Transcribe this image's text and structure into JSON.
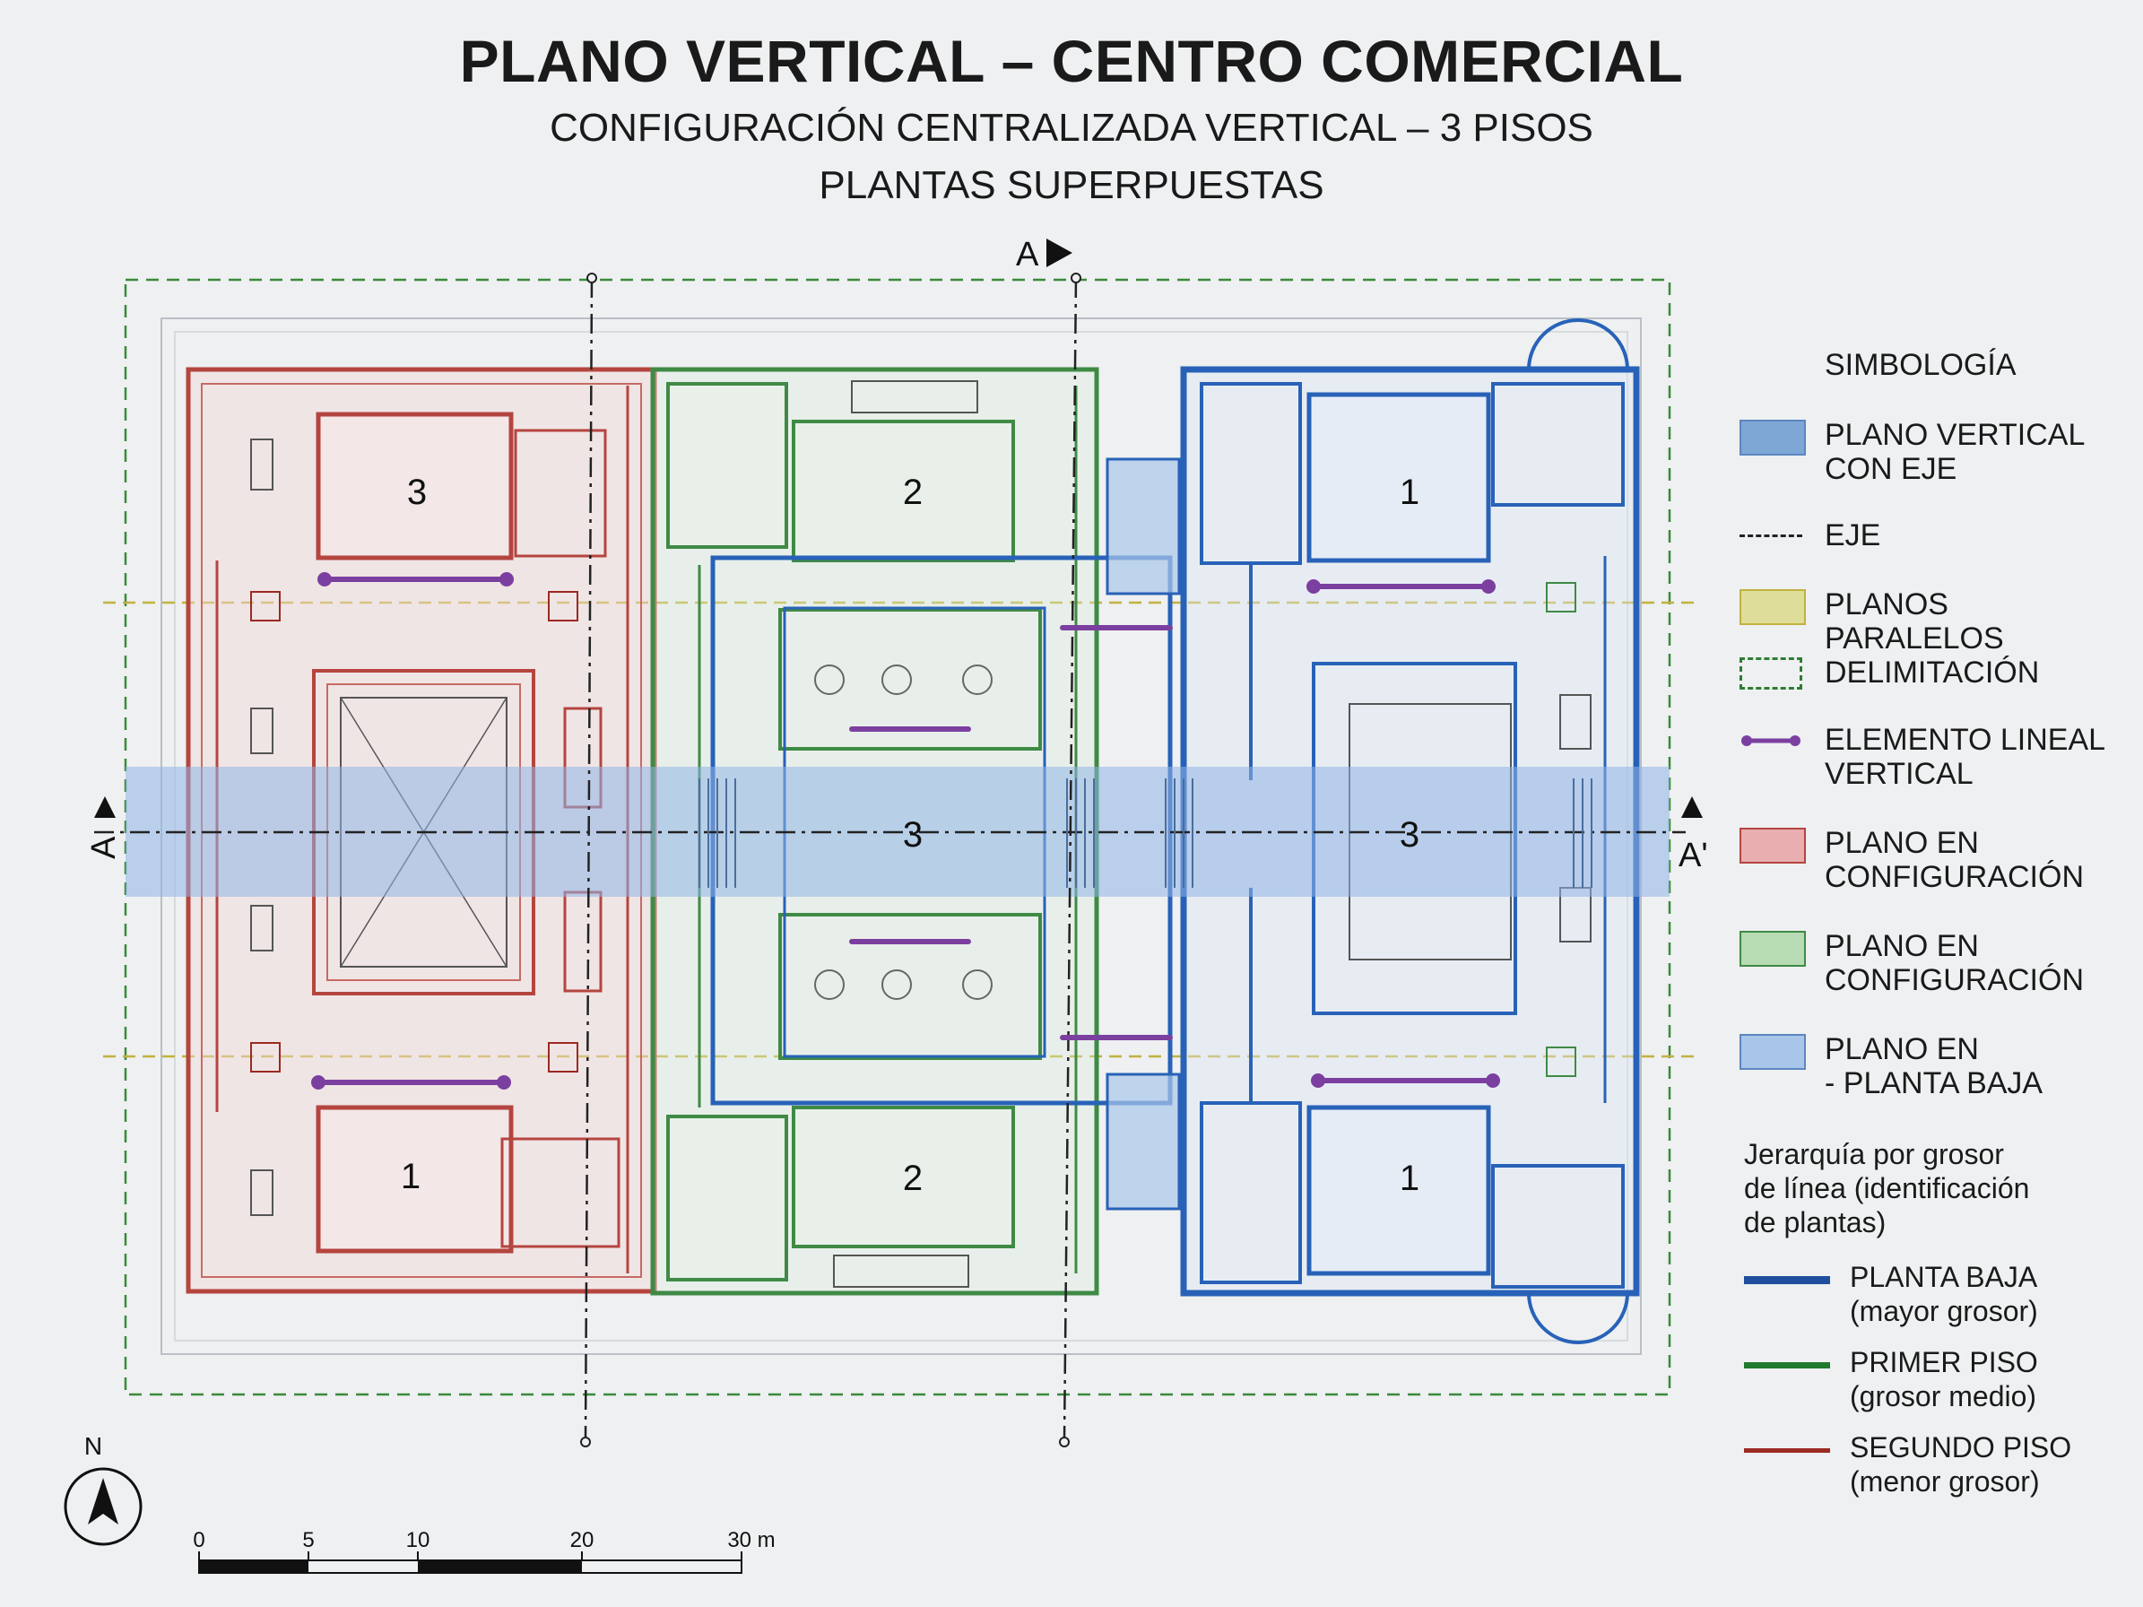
{
  "header": {
    "title": "PLANO VERTICAL – CENTRO COMERCIAL",
    "subtitle1": "CONFIGURACIÓN CENTRALIZADA VERTICAL – 3 PISOS",
    "subtitle2": "PLANTAS SUPERPUESTAS"
  },
  "plan": {
    "section_label": "A",
    "section_label_prime": "A'",
    "rooms": {
      "red_top": "3",
      "red_bottom": "1",
      "green_top": "2",
      "green_bottom": "2",
      "center": "3",
      "blue_top": "1",
      "blue_bottom": "1",
      "blue_center": "3"
    },
    "north": "N",
    "scale": {
      "ticks": [
        "0",
        "5",
        "10",
        "20",
        "30 m"
      ]
    }
  },
  "legend": {
    "heading": "SIMBOLOGÍA",
    "items": [
      {
        "label": "PLANO VERTICAL\nCON EJE",
        "color": "#7fa7d6"
      },
      {
        "label": "EJE",
        "color": "#222222"
      },
      {
        "label": "PLANOS PARALELOS",
        "color": "#dede9a"
      },
      {
        "label": "DELIMITACIÓN",
        "color": "#2e7d32"
      },
      {
        "label": "ELEMENTO LINEAL\nVERTICAL",
        "color": "#7b3fa0"
      },
      {
        "label": "PLANO EN\nCONFIGURACIÓN",
        "color": "#e8aeb0"
      },
      {
        "label": "PLANO EN\nCONFIGURACIÓN",
        "color": "#b7dcb4"
      },
      {
        "label": "PLANO EN\n- PLANTA BAJA",
        "color": "#a8c6ea"
      }
    ],
    "hierarchy_text": "Jerarquía por grosor\nde línea (identificación\nde plantas)",
    "line_weights": [
      {
        "label": "PLANTA BAJA\n(mayor grosor)",
        "color": "#1f4f9c"
      },
      {
        "label": "PRIMER PISO\n(grosor medio)",
        "color": "#1f7a2e"
      },
      {
        "label": "SEGUNDO PISO\n(menor grosor)",
        "color": "#9b2a22"
      }
    ]
  },
  "colors": {
    "red": "#b5453f",
    "green": "#3f8a45",
    "blue": "#2862b8",
    "axis_band": "#a9c6ea",
    "purple": "#7b3fa0",
    "yellow": "#c9b94a"
  }
}
